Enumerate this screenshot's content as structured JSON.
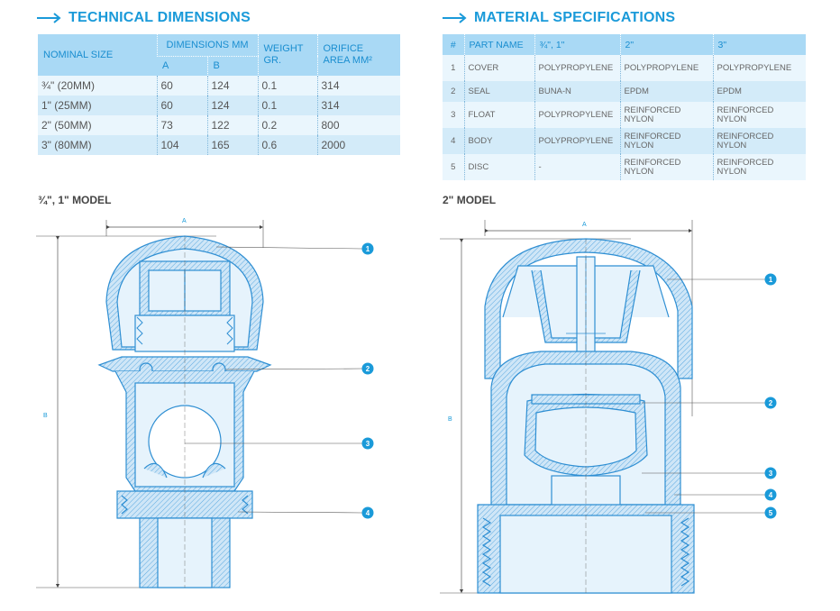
{
  "technical_dimensions": {
    "title": "TECHNICAL DIMENSIONS",
    "headers": {
      "nominal_size": "NOMINAL SIZE",
      "dimensions": "DIMENSIONS MM",
      "a": "A",
      "b": "B",
      "weight_line1": "WEIGHT",
      "weight_line2": "GR.",
      "orifice_line1": "ORIFICE",
      "orifice_line2": "AREA MM²"
    },
    "rows": [
      {
        "size": "¾\" (20MM)",
        "a": "60",
        "b": "124",
        "weight": "0.1",
        "orifice": "314"
      },
      {
        "size": "1\" (25MM)",
        "a": "60",
        "b": "124",
        "weight": "0.1",
        "orifice": "314"
      },
      {
        "size": "2\" (50MM)",
        "a": "73",
        "b": "122",
        "weight": "0.2",
        "orifice": "800"
      },
      {
        "size": "3\" (80MM)",
        "a": "104",
        "b": "165",
        "weight": "0.6",
        "orifice": "2000"
      }
    ]
  },
  "material_specifications": {
    "title": "MATERIAL SPECIFICATIONS",
    "headers": {
      "num": "#",
      "part": "PART NAME",
      "small": "¾\", 1\"",
      "two": "2\"",
      "three": "3\""
    },
    "rows": [
      {
        "num": "1",
        "part": "COVER",
        "small": "POLYPROPYLENE",
        "two": "POLYPROPYLENE",
        "three": "POLYPROPYLENE"
      },
      {
        "num": "2",
        "part": "SEAL",
        "small": "BUNA-N",
        "two": "EPDM",
        "three": "EPDM"
      },
      {
        "num": "3",
        "part": "FLOAT",
        "small": "POLYPROPYLENE",
        "two": "REINFORCED NYLON",
        "three": "REINFORCED NYLON"
      },
      {
        "num": "4",
        "part": "BODY",
        "small": "POLYPROPYLENE",
        "two": "REINFORCED NYLON",
        "three": "REINFORCED NYLON"
      },
      {
        "num": "5",
        "part": "DISC",
        "small": "-",
        "two": "REINFORCED NYLON",
        "three": "REINFORCED NYLON"
      }
    ]
  },
  "drawings": {
    "small_model_label": "¾\", 1\" MODEL",
    "large_model_label": "2\" MODEL",
    "dim_a": "A",
    "dim_b": "B",
    "small_callouts": [
      "1",
      "2",
      "3",
      "4"
    ],
    "large_callouts": [
      "1",
      "2",
      "3",
      "4",
      "5"
    ],
    "accent_color": "#1a9ad9",
    "line_color": "#2f8fd3"
  }
}
